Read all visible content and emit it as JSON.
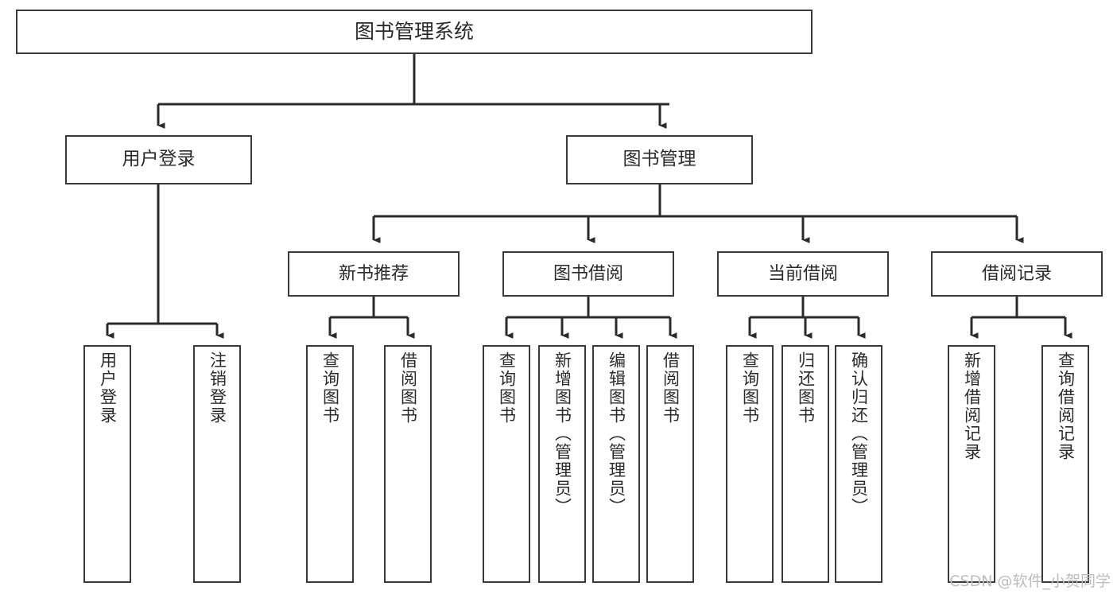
{
  "diagram": {
    "title": "图书管理系统",
    "type": "tree-hierarchy-diagram",
    "colors": {
      "background": "#ffffff",
      "box_fill": "#ffffff",
      "box_border": "#3a3a3a",
      "connector": "#2b2b2b",
      "text": "#2b2b2b",
      "watermark": "#bdbdbd"
    },
    "root": {
      "label": "图书管理系统"
    },
    "level1": [
      {
        "label": "用户登录"
      },
      {
        "label": "图书管理"
      }
    ],
    "level2": [
      {
        "label": "新书推荐"
      },
      {
        "label": "图书借阅"
      },
      {
        "label": "当前借阅"
      },
      {
        "label": "借阅记录"
      }
    ],
    "leaves": {
      "user_login": [
        {
          "label": "用户登录"
        },
        {
          "label": "注销登录"
        }
      ],
      "new_book_recommend": [
        {
          "label": "查询图书"
        },
        {
          "label": "借阅图书"
        }
      ],
      "book_borrow": [
        {
          "label": "查询图书"
        },
        {
          "label": "新增图书（管理员）"
        },
        {
          "label": "编辑图书（管理员）"
        },
        {
          "label": "借阅图书"
        }
      ],
      "current_borrow": [
        {
          "label": "查询图书"
        },
        {
          "label": "归还图书"
        },
        {
          "label": "确认归还（管理员）"
        }
      ],
      "borrow_record": [
        {
          "label": "新增借阅记录"
        },
        {
          "label": "查询借阅记录"
        }
      ]
    },
    "watermark": "CSDN @软件_小贺同学"
  }
}
